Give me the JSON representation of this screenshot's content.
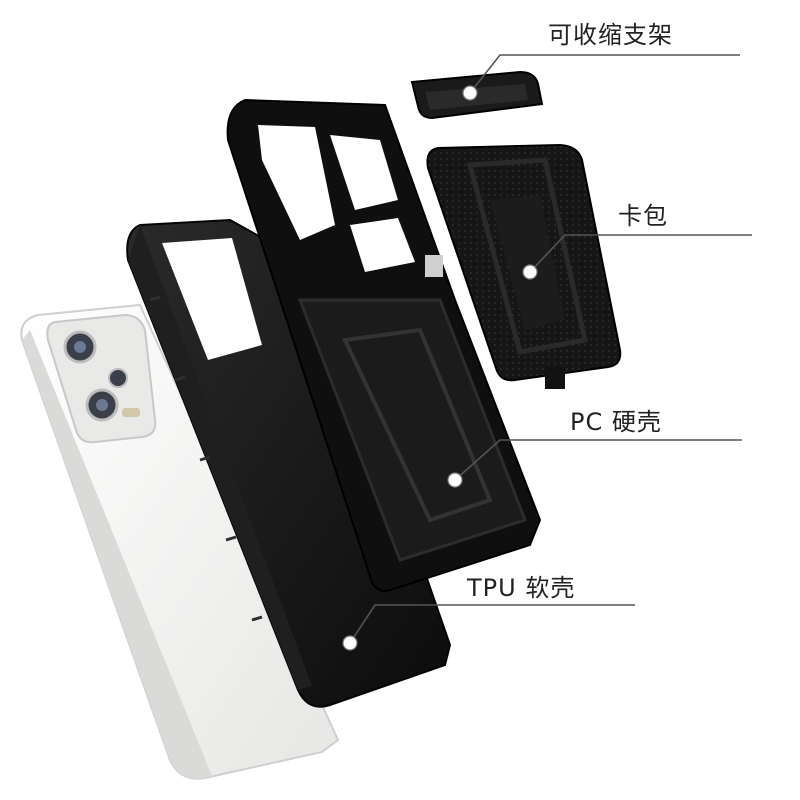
{
  "labels": {
    "stand": "可收缩支架",
    "card_wallet": "卡包",
    "pc_shell": "PC 硬壳",
    "tpu_shell": "TPU 软壳"
  },
  "colors": {
    "phone_body": "#f4f4f2",
    "case_black": "#141414",
    "case_dark": "#222222",
    "line": "#555555",
    "text": "#222222"
  }
}
